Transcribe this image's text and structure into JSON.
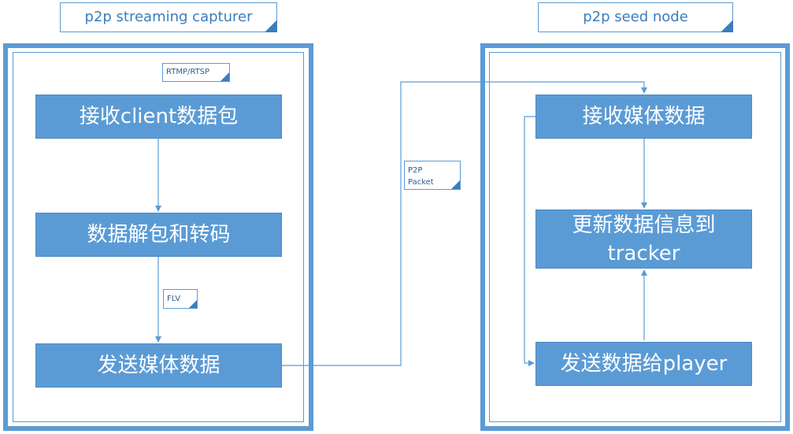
{
  "capturer": {
    "title": "p2p streaming capturer",
    "tag_input": "RTMP/RTSP",
    "step1": "接收client数据包",
    "step2": "数据解包和转码",
    "tag_flv": "FLV",
    "step3": "发送媒体数据"
  },
  "link": {
    "tag_line1": "P2P",
    "tag_line2": "Packet"
  },
  "seed": {
    "title": "p2p seed node",
    "step1": "接收媒体数据",
    "step2_line1": "更新数据信息到",
    "step2_line2": "tracker",
    "step3": "发送数据给player"
  },
  "colors": {
    "accent": "#5b9bd5",
    "line": "#5b9bd5",
    "block_text": "#ffffff"
  }
}
